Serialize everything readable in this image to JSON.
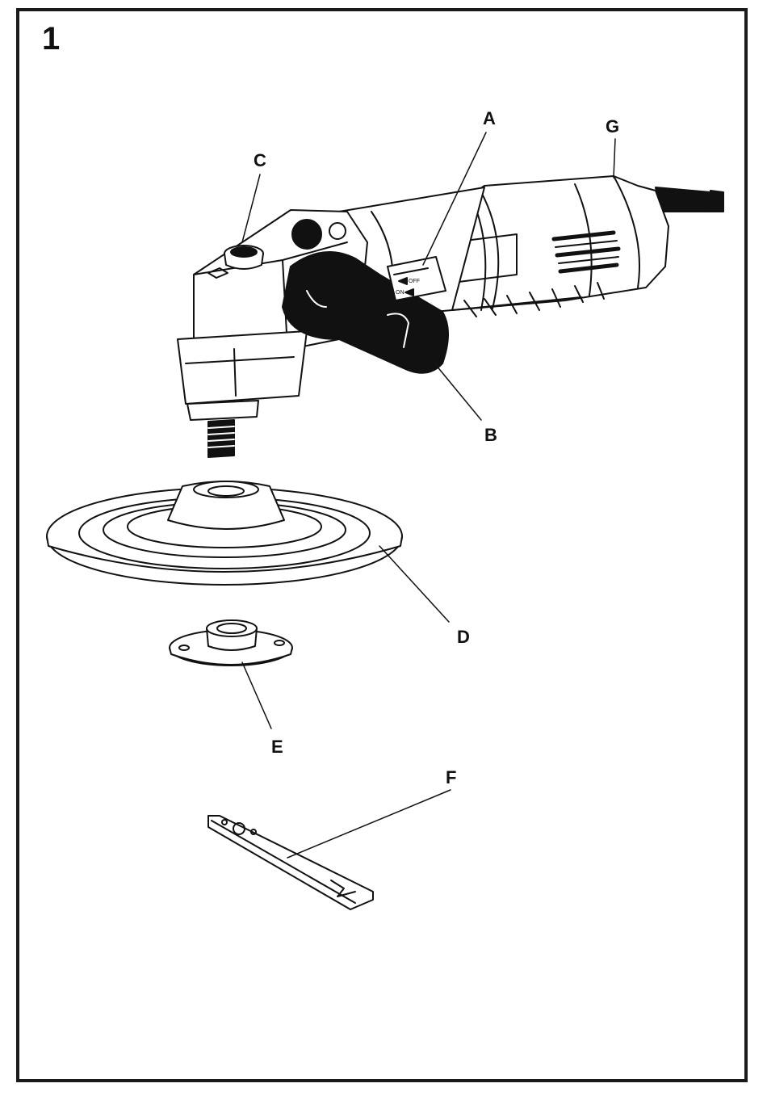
{
  "figure": {
    "number": "1"
  },
  "callouts": {
    "A": "A",
    "B": "B",
    "C": "C",
    "D": "D",
    "E": "E",
    "F": "F",
    "G": "G"
  },
  "switch_text": {
    "off": "OFF",
    "on": "ON"
  },
  "colors": {
    "line": "#111111",
    "paper": "#ffffff"
  }
}
